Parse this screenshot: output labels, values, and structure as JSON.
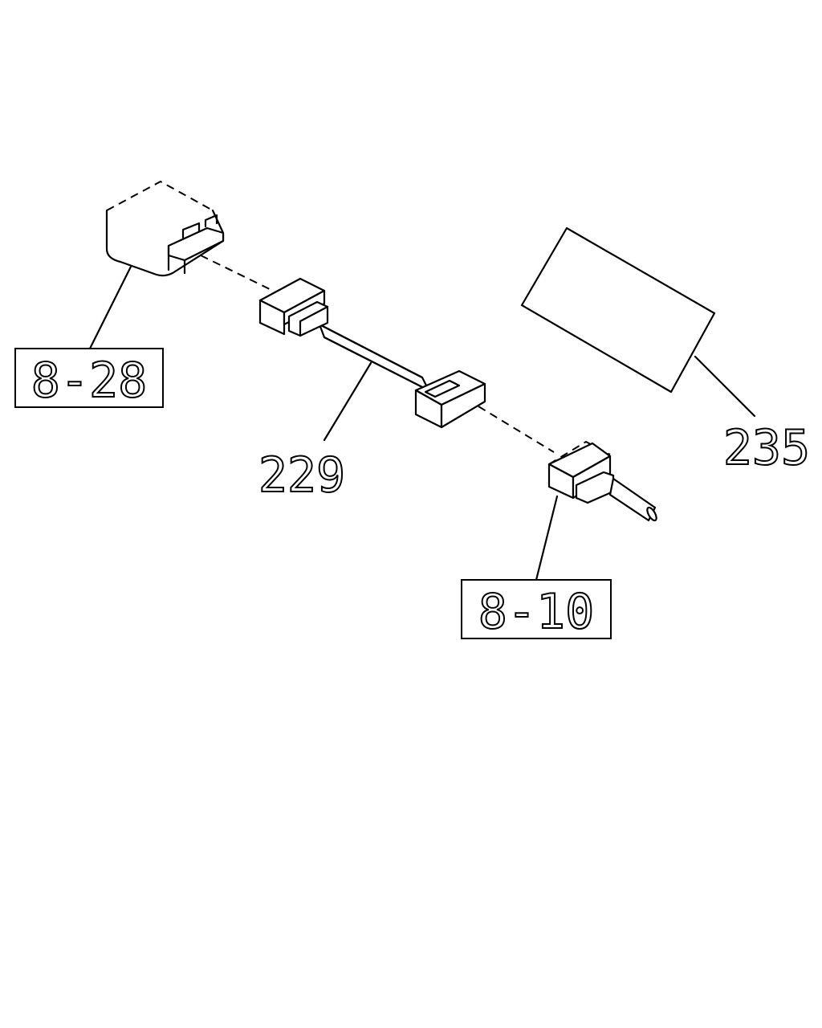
{
  "callouts": {
    "ref_8_28": "8-28",
    "ref_8_10": "8-10",
    "part_229": "229",
    "part_235": "235"
  }
}
